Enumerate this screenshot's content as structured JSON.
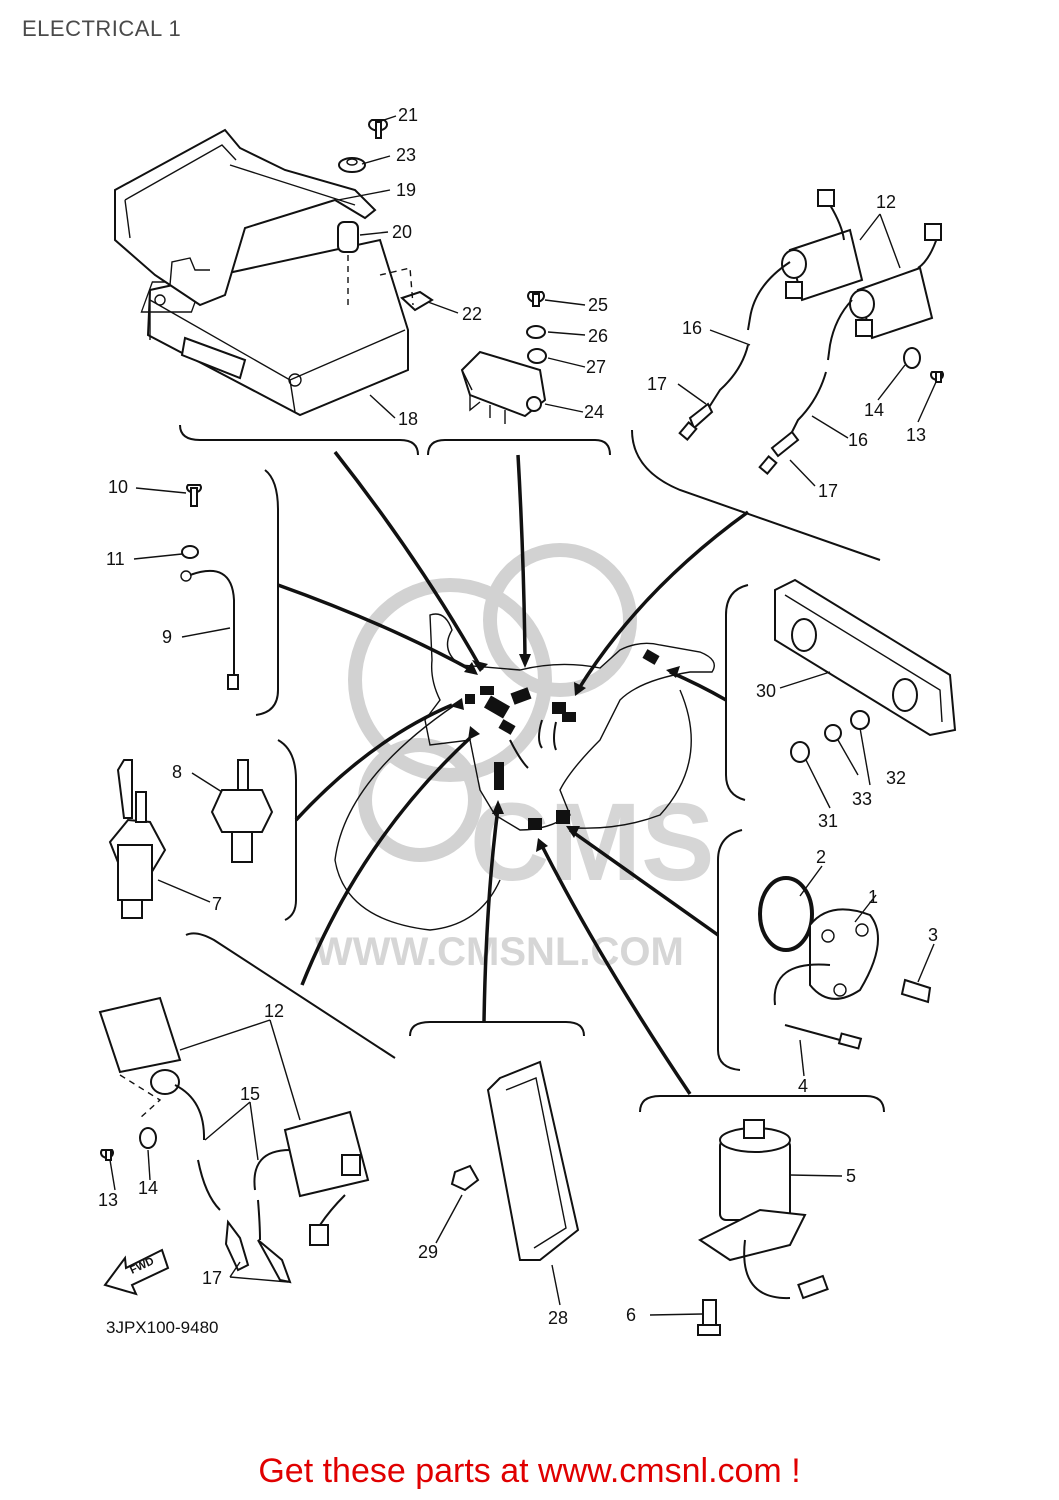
{
  "page": {
    "title": "ELECTRICAL 1",
    "diagram_code": "3JPX100-9480",
    "fwd_label": "FWD",
    "footer_link": "Get these parts at www.cmsnl.com !",
    "watermark_text": "WWW.CMSNL.COM",
    "watermark_logo_text": "CMS"
  },
  "colors": {
    "title": "#4a4a4a",
    "footer_link": "#e00000",
    "line_art": "#111111",
    "watermark": "#d2d2d2"
  },
  "callouts": [
    {
      "id": "1",
      "label": "1"
    },
    {
      "id": "2",
      "label": "2"
    },
    {
      "id": "3",
      "label": "3"
    },
    {
      "id": "4",
      "label": "4"
    },
    {
      "id": "5",
      "label": "5"
    },
    {
      "id": "6",
      "label": "6"
    },
    {
      "id": "7",
      "label": "7"
    },
    {
      "id": "8",
      "label": "8"
    },
    {
      "id": "9",
      "label": "9"
    },
    {
      "id": "10",
      "label": "10"
    },
    {
      "id": "11",
      "label": "11"
    },
    {
      "id": "12a",
      "label": "12"
    },
    {
      "id": "12b",
      "label": "12"
    },
    {
      "id": "13a",
      "label": "13"
    },
    {
      "id": "13b",
      "label": "13"
    },
    {
      "id": "14a",
      "label": "14"
    },
    {
      "id": "14b",
      "label": "14"
    },
    {
      "id": "15",
      "label": "15"
    },
    {
      "id": "16a",
      "label": "16"
    },
    {
      "id": "16b",
      "label": "16"
    },
    {
      "id": "17a",
      "label": "17"
    },
    {
      "id": "17b",
      "label": "17"
    },
    {
      "id": "17c",
      "label": "17"
    },
    {
      "id": "18",
      "label": "18"
    },
    {
      "id": "19",
      "label": "19"
    },
    {
      "id": "20",
      "label": "20"
    },
    {
      "id": "21",
      "label": "21"
    },
    {
      "id": "22",
      "label": "22"
    },
    {
      "id": "23",
      "label": "23"
    },
    {
      "id": "24",
      "label": "24"
    },
    {
      "id": "25",
      "label": "25"
    },
    {
      "id": "26",
      "label": "26"
    },
    {
      "id": "27",
      "label": "27"
    },
    {
      "id": "28",
      "label": "28"
    },
    {
      "id": "29",
      "label": "29"
    },
    {
      "id": "30",
      "label": "30"
    },
    {
      "id": "31",
      "label": "31"
    },
    {
      "id": "32",
      "label": "32"
    },
    {
      "id": "33",
      "label": "33"
    }
  ]
}
